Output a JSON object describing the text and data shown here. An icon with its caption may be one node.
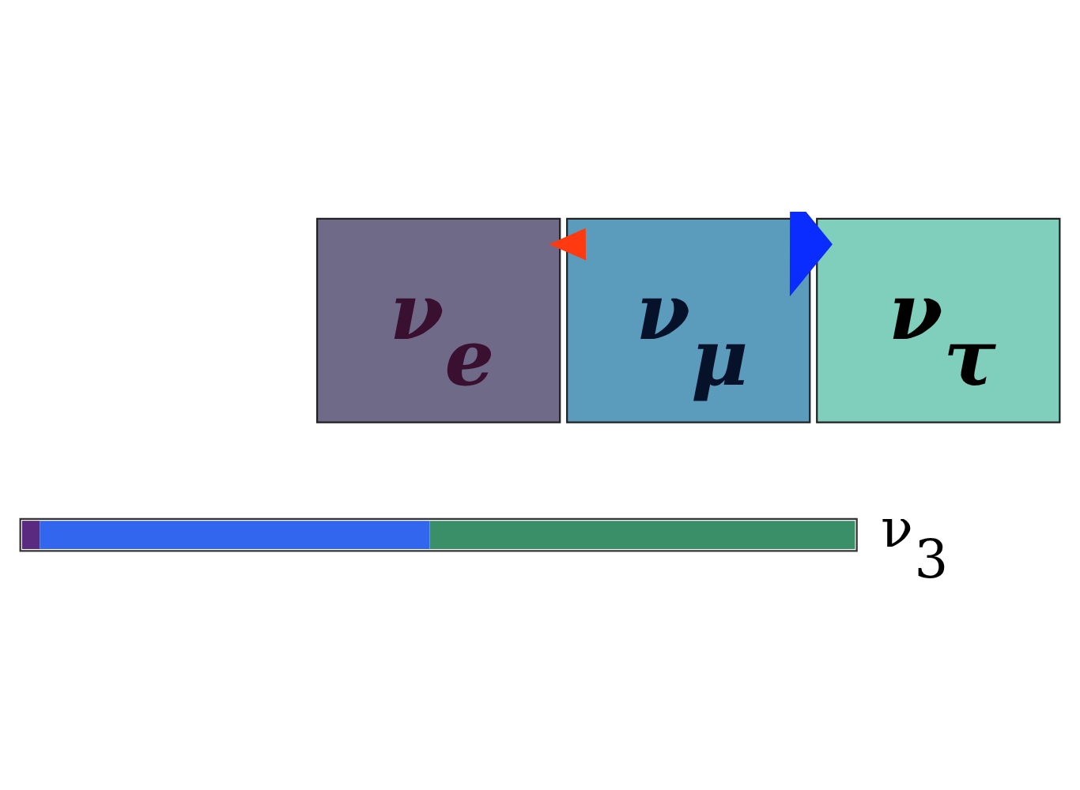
{
  "diagram": {
    "nodes": [
      {
        "text": [
          "ν$_{e}$"
        ]
      },
      {
        "text": [
          "ν$_{μ}$"
        ]
      },
      {
        "text": [
          "ν$_{τ}$"
        ]
      },
      {
        "text": [],
        "shape": "bar",
        "beside": [
          "ν$_{3}$"
        ]
      }
    ],
    "edges": [
      {
        "from": 1,
        "to": 0,
        "arrow": "to",
        "color": "#ff3a10"
      },
      {
        "from": 1,
        "to": 2,
        "arrow": "to",
        "style": "thick",
        "color": "#0a2cff"
      }
    ]
  }
}
